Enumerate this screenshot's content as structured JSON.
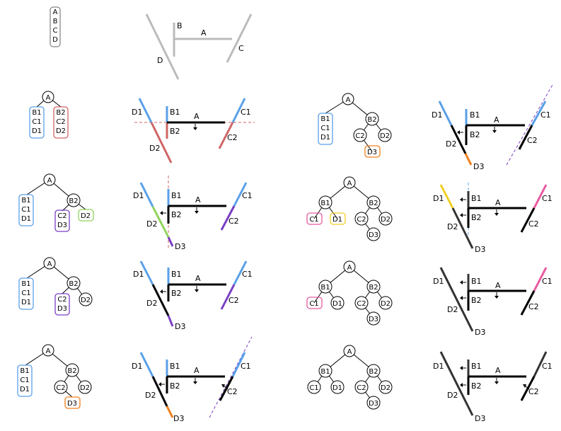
{
  "colors": {
    "blue": "#5aa0e8",
    "red": "#cf6565",
    "purple": "#7a3fc4",
    "green": "#8fd45a",
    "orange": "#f07f1c",
    "pink": "#e85aa0",
    "yellow": "#f2cf24",
    "gray": "#bbbbbb",
    "black": "#000000",
    "darkgray": "#333333"
  },
  "segment_labels": {
    "A": "A",
    "B": "B",
    "C": "C",
    "D": "D",
    "B1": "B1",
    "B2": "B2",
    "C1": "C1",
    "C2": "C2",
    "D1": "D1",
    "D2": "D2",
    "D3": "D3"
  },
  "initial_list": [
    "A",
    "B",
    "C",
    "D"
  ],
  "tree_nodes": {
    "root": "A",
    "B2": "B2",
    "B1": "B1",
    "C1": "C1",
    "C2": "C2",
    "D1": "D1",
    "D2": "D2",
    "D3": "D3"
  },
  "boxes": {
    "blue_list": [
      "B1",
      "C1",
      "D1"
    ],
    "red_list": [
      "B2",
      "C2",
      "D2"
    ],
    "purple_list": [
      "C2",
      "D3"
    ],
    "green_list": [
      "D2"
    ],
    "orange_list": [
      "D3"
    ],
    "pink_list": [
      "C1"
    ],
    "yellow_list": [
      "D1"
    ]
  }
}
